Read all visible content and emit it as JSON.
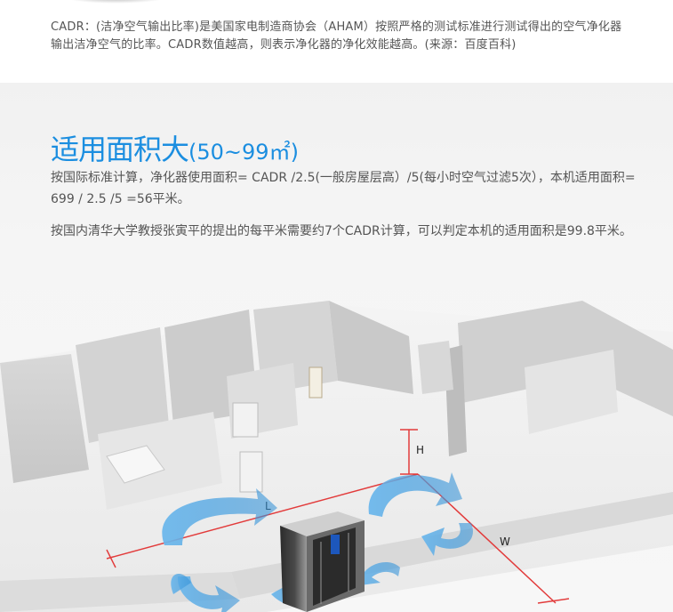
{
  "note": {
    "cadr_text": "CADR：(洁净空气输出比率)是美国家电制造商协会（AHAM）按照严格的测试标准进行测试得出的空气净化器输出洁净空气的比率。CADR数值越高，则表示净化器的净化效能越高。(来源：百度百科)"
  },
  "section": {
    "title": "适用面积大",
    "title_range": "(50~99㎡)",
    "paragraph1": "按国际标准计算，净化器使用面积= CADR /2.5(一般房屋层高）/5(每小时空气过滤5次），本机适用面积= 699 / 2.5 /5 =56平米。",
    "paragraph2": "按国内清华大学教授张寅平的提出的每平米需要约7个CADR计算，可以判定本机的适用面积是99.8平米。"
  },
  "illustration": {
    "dim_h": "H",
    "dim_l": "L",
    "dim_w": "W",
    "colors": {
      "title_blue": "#1b8ee0",
      "airflow_blue": "#4aa7e6",
      "dimension_red": "#e23b3b",
      "wall_gray": "#cfcfcf"
    }
  }
}
